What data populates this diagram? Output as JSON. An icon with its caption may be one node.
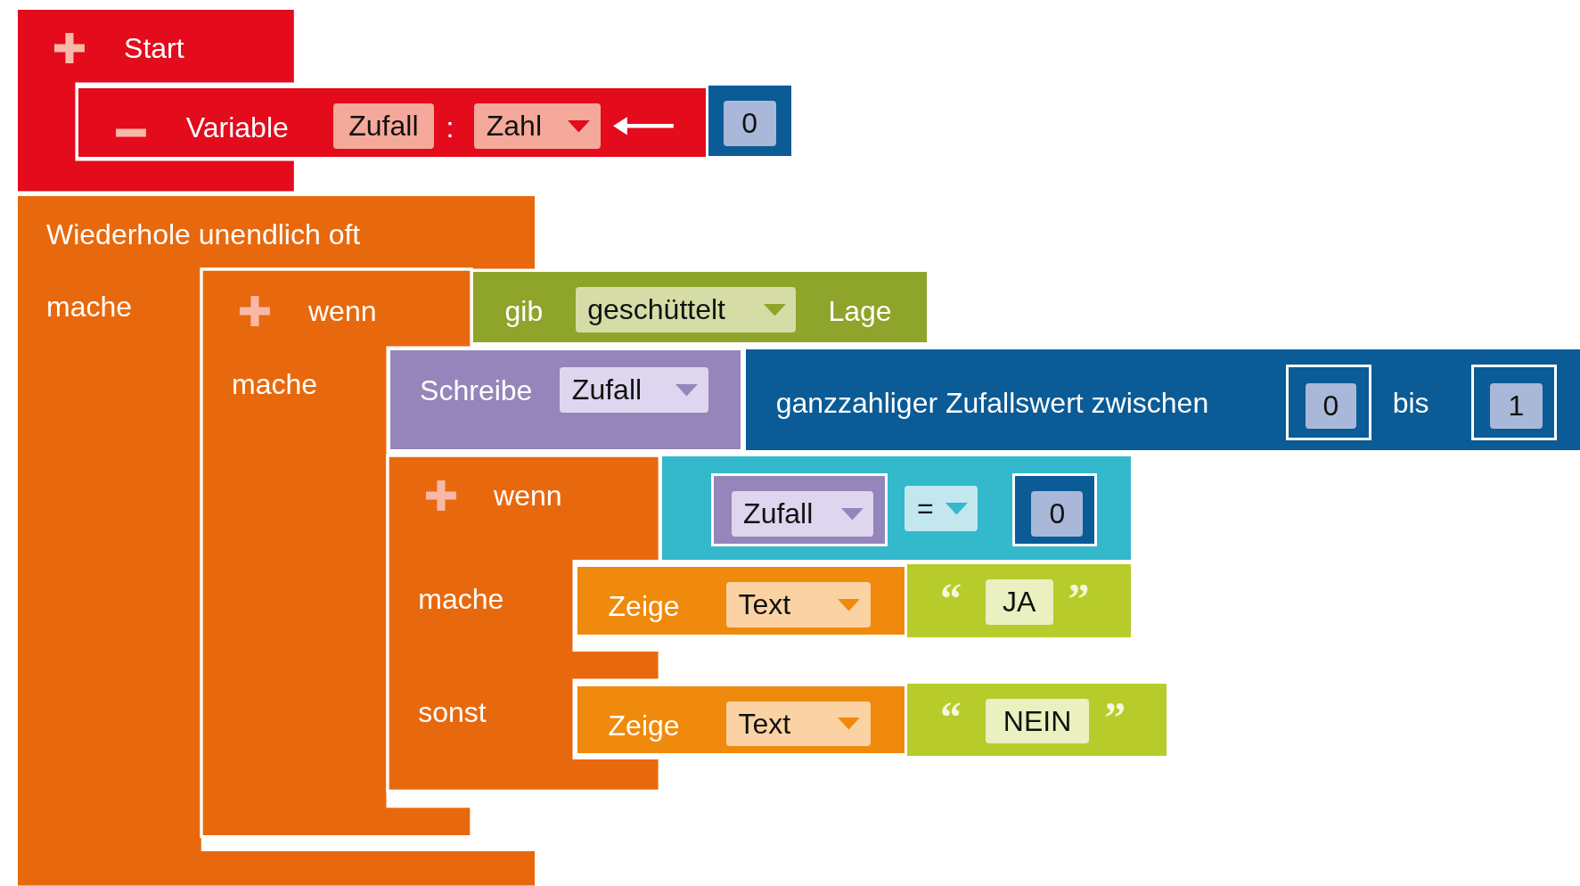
{
  "diagram": {
    "nodes": [
      {
        "text": [
          "Start"
        ]
      },
      {
        "text": [
          "Variable",
          "Zufall",
          ":",
          "Zahl"
        ]
      },
      {
        "text": [
          "0"
        ]
      },
      {
        "text": [
          "Wiederhole unendlich oft",
          "mache"
        ]
      },
      {
        "text": [
          "wenn",
          "mache"
        ],
        "in": 3
      },
      {
        "text": [
          "gib",
          "geschüttelt",
          "Lage"
        ]
      },
      {
        "text": [
          "Schreibe",
          "Zufall"
        ]
      },
      {
        "text": [
          "ganzzahliger Zufallswert zwischen",
          "bis"
        ]
      },
      {
        "text": [
          "0"
        ],
        "in": 7
      },
      {
        "text": [
          "1"
        ],
        "in": 7
      },
      {
        "text": [
          "wenn",
          "mache",
          "sonst"
        ]
      },
      {
        "text": [
          "="
        ]
      },
      {
        "text": [
          "Zufall"
        ],
        "in": 11
      },
      {
        "text": [
          "0"
        ],
        "in": 11
      },
      {
        "text": [
          "Zeige",
          "Text"
        ]
      },
      {
        "text": [
          "“",
          "JA",
          "”"
        ]
      },
      {
        "text": [
          "Zeige",
          "Text"
        ]
      },
      {
        "text": [
          "“",
          "NEIN",
          "”"
        ]
      }
    ]
  }
}
